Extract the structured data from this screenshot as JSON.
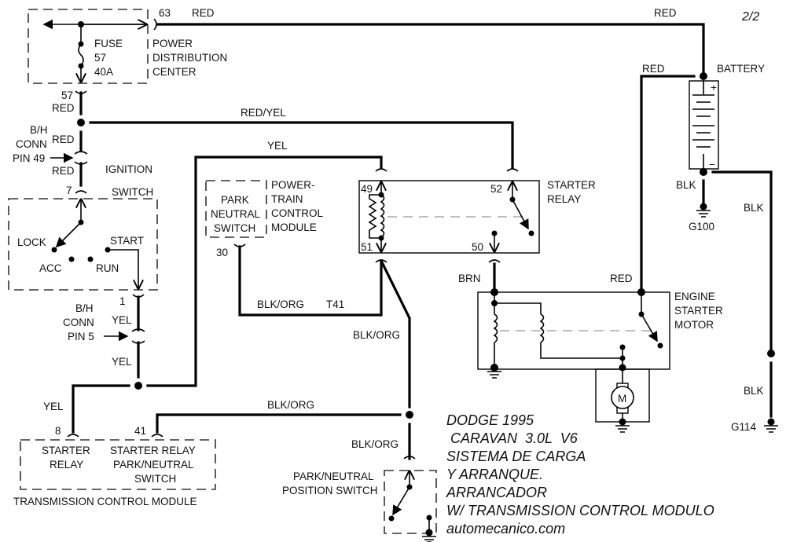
{
  "page_indicator": "2/2",
  "title_block": {
    "line1": "DODGE 1995",
    "line2": " CARAVAN  3.0L  V6",
    "line3": "SISTEMA DE CARGA",
    "line4": "Y ARRANQUE.",
    "line5": "ARRANCADOR",
    "line6": "W/ TRANSMISSION CONTROL MODULO",
    "line7": "automecanico.com"
  },
  "components": {
    "pdc": {
      "fuse": "FUSE",
      "fuse_no": "57",
      "fuse_rating": "40A",
      "name1": "POWER",
      "name2": "DISTRIBUTION",
      "name3": "CENTER",
      "pin_out": "63",
      "pin_fuse": "57"
    },
    "bh_conn_49": {
      "l1": "B/H",
      "l2": "CONN",
      "l3": "PIN 49"
    },
    "ignition_switch": {
      "name1": "IGNITION",
      "name2": "SWITCH",
      "pin_in": "7",
      "pin_out": "1",
      "pos_lock": "LOCK",
      "pos_acc": "ACC",
      "pos_run": "RUN",
      "pos_start": "START"
    },
    "bh_conn_5": {
      "l1": "B/H",
      "l2": "CONN",
      "l3": "PIN 5"
    },
    "pcm": {
      "inner1": "PARK",
      "inner2": "NEUTRAL",
      "inner3": "SWITCH",
      "name1": "POWER-",
      "name2": "TRAIN",
      "name3": "CONTROL",
      "name4": "MODULE",
      "pin": "30"
    },
    "starter_relay": {
      "name1": "STARTER",
      "name2": "RELAY",
      "pin49": "49",
      "pin51": "51",
      "pin52": "52",
      "pin50": "50"
    },
    "battery": {
      "name": "BATTERY",
      "plus": "+",
      "minus": "−",
      "ground": "G100"
    },
    "starter_motor": {
      "name1": "ENGINE",
      "name2": "STARTER",
      "name3": "MOTOR",
      "motor_symbol": "M"
    },
    "tcm": {
      "name": "TRANSMISSION CONTROL MODULE",
      "pin8": "8",
      "pin41": "41",
      "f1_l1": "STARTER",
      "f1_l2": "RELAY",
      "f2_l1": "STARTER RELAY",
      "f2_l2": "PARK/NEUTRAL",
      "f2_l3": "SWITCH"
    },
    "pn_switch": {
      "l1": "PARK/NEUTRAL",
      "l2": "POSITION SWITCH"
    },
    "ground_g114": "G114"
  },
  "wires": {
    "red_top_left": "RED",
    "red_top_right": "RED",
    "red_57": "RED",
    "red_bh1": "RED",
    "red_bh2": "RED",
    "red_yel": "RED/YEL",
    "yel_pcm": "YEL",
    "yel_1": "YEL",
    "yel_2": "YEL",
    "yel_tcm": "YEL",
    "blk_org_t41": "BLK/ORG",
    "t41": "T41",
    "blk_org_diag": "BLK/ORG",
    "blk_org_tcm": "BLK/ORG",
    "blk_org_pn": "BLK/ORG",
    "brn": "BRN",
    "red_batt": "RED",
    "red_motor": "RED",
    "blk_g100": "BLK",
    "blk_right": "BLK",
    "blk_g114": "BLK"
  }
}
